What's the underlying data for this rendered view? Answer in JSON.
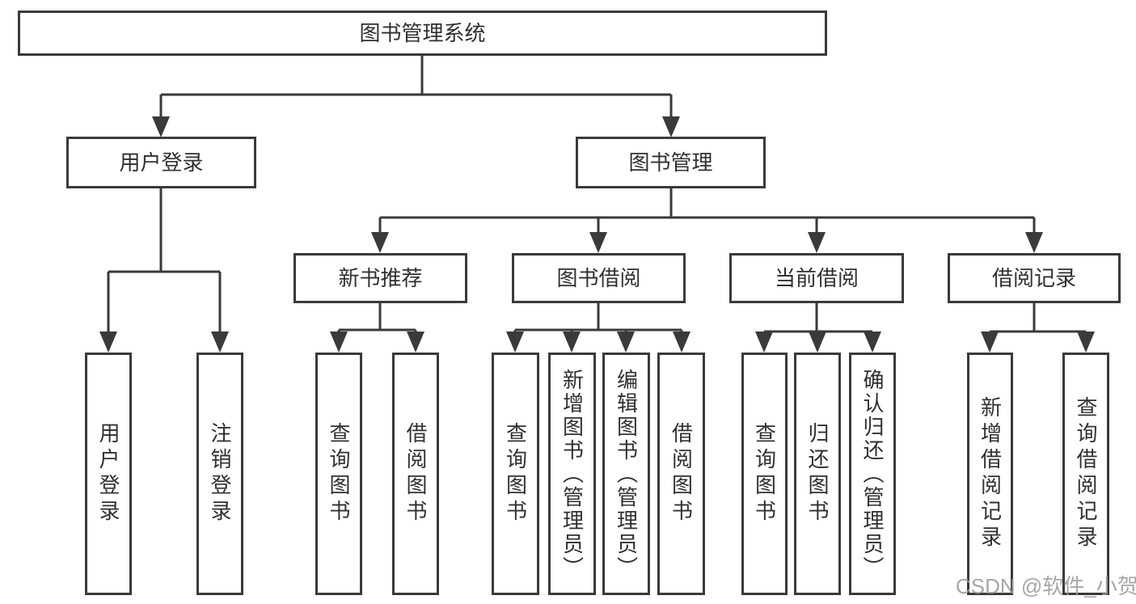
{
  "tree": {
    "root": {
      "label": "图书管理系统",
      "children": [
        {
          "label": "用户登录",
          "children": [
            {
              "label": "用户登录"
            },
            {
              "label": "注销登录"
            }
          ]
        },
        {
          "label": "图书管理",
          "children": [
            {
              "label": "新书推荐",
              "children": [
                {
                  "label": "查询图书"
                },
                {
                  "label": "借阅图书"
                }
              ]
            },
            {
              "label": "图书借阅",
              "children": [
                {
                  "label": "查询图书"
                },
                {
                  "label": "新增图书（管理员）"
                },
                {
                  "label": "编辑图书（管理员）"
                },
                {
                  "label": "借阅图书"
                }
              ]
            },
            {
              "label": "当前借阅",
              "children": [
                {
                  "label": "查询图书"
                },
                {
                  "label": "归还图书"
                },
                {
                  "label": "确认归还（管理员）"
                }
              ]
            },
            {
              "label": "借阅记录",
              "children": [
                {
                  "label": "新增借阅记录"
                },
                {
                  "label": "查询借阅记录"
                }
              ]
            }
          ]
        }
      ]
    }
  },
  "watermark": {
    "text": "CSDN @软件_小贺同学"
  },
  "colors": {
    "line": "#3a3a3a",
    "text": "#303030",
    "watermark": "#9c9c9c",
    "background": "#ffffff"
  }
}
